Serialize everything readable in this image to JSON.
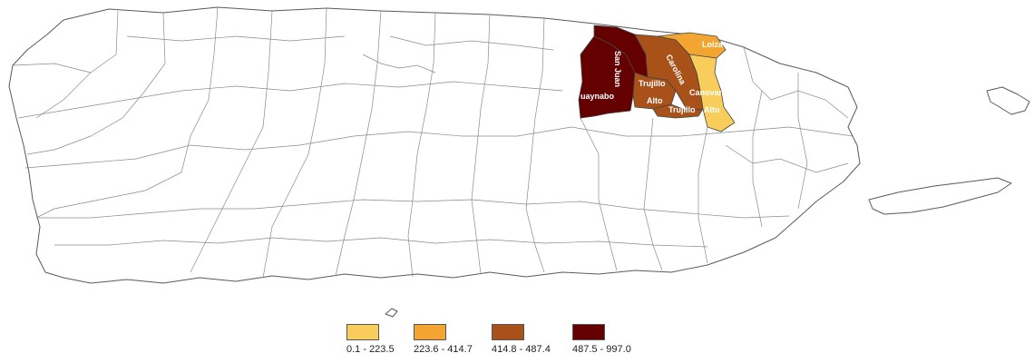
{
  "map": {
    "region": "Puerto Rico",
    "highlighted": [
      {
        "label": "Guaynabo",
        "class": 4
      },
      {
        "label": "San Juan",
        "class": 4
      },
      {
        "label": "Trujillo",
        "class": 3
      },
      {
        "label": "Carolina",
        "class": 3
      },
      {
        "label": "Trujillo Alto",
        "class": 3
      },
      {
        "label": "Loiza",
        "class": 2
      },
      {
        "label": "Canovanas",
        "class": 1
      }
    ],
    "labels": {
      "guaynabo": "uaynabo",
      "san_juan": "San Juan",
      "trujillo": "Trujillo",
      "alto1": "Alto",
      "carolina": "Carolina",
      "trujillo2": "Trujillo",
      "alto2": "Alto",
      "loiza": "Loiza",
      "canovan": "Canovan"
    }
  },
  "legend": {
    "items": [
      {
        "label": "0.1 - 223.5",
        "color": "#f8cd5b"
      },
      {
        "label": "223.6 - 414.7",
        "color": "#f2a530"
      },
      {
        "label": "414.8 - 487.4",
        "color": "#a8521a"
      },
      {
        "label": "487.5 - 997.0",
        "color": "#650000"
      }
    ]
  }
}
